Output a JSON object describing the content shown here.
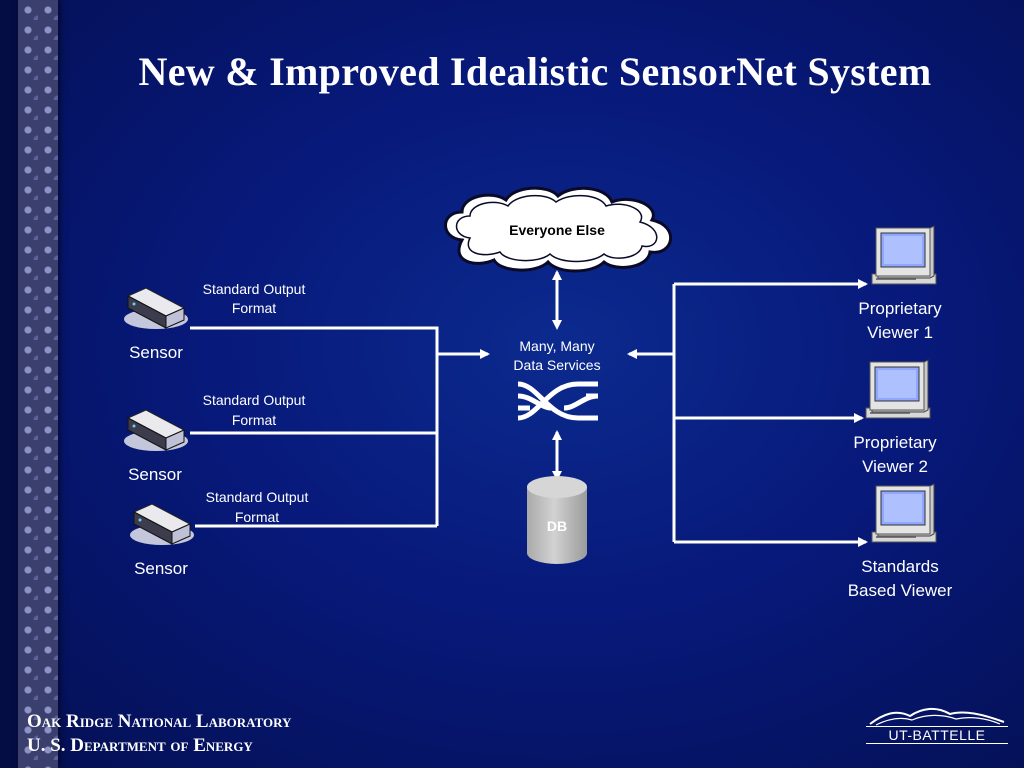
{
  "slide": {
    "title": "New & Improved Idealistic SensorNet System"
  },
  "diagram": {
    "cloud_label": "Everyone Else",
    "hub_label_line1": "Many, Many",
    "hub_label_line2": "Data Services",
    "db_label": "DB",
    "sensors": [
      {
        "label": "Sensor",
        "format_line1": "Standard Output",
        "format_line2": "Format"
      },
      {
        "label": "Sensor",
        "format_line1": "Standard Output",
        "format_line2": "Format"
      },
      {
        "label": "Sensor",
        "format_line1": "Standard Output",
        "format_line2": "Format"
      }
    ],
    "viewers": [
      {
        "line1": "Proprietary",
        "line2": "Viewer 1"
      },
      {
        "line1": "Proprietary",
        "line2": "Viewer 2"
      },
      {
        "line1": "Standards",
        "line2": "Based Viewer"
      }
    ]
  },
  "footer": {
    "lab_line1": "Oak Ridge National Laboratory",
    "lab_line2": "U. S. Department of Energy",
    "logo_text": "UT-BATTELLE"
  },
  "colors": {
    "background": "#07197a",
    "line": "#ffffff",
    "db": "#c7c7c7"
  }
}
